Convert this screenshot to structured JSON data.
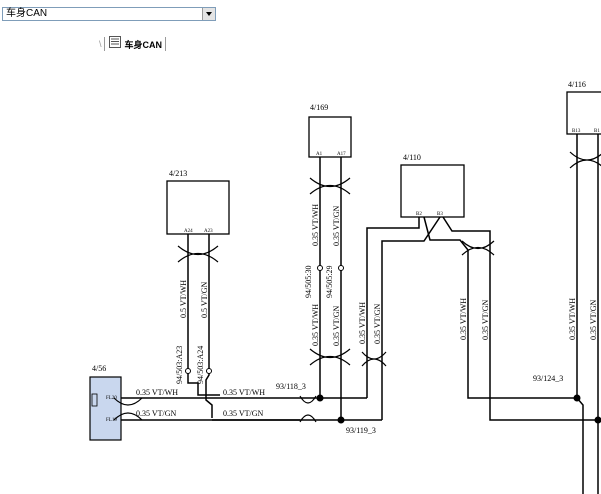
{
  "selector": {
    "value": "车身CAN"
  },
  "tab": {
    "label": "车身CAN"
  },
  "components": {
    "c4_169": {
      "id": "4/169",
      "pins": [
        "A1",
        "A17"
      ]
    },
    "c4_213": {
      "id": "4/213",
      "pins": [
        "A24",
        "A23"
      ]
    },
    "c4_110": {
      "id": "4/110",
      "pins": [
        "B2",
        "B3"
      ]
    },
    "c4_116": {
      "id": "4/116",
      "pins": [
        "B13",
        "B1"
      ]
    },
    "c4_56": {
      "id": "4/56",
      "pins": [
        "FL20",
        "FL19"
      ]
    }
  },
  "wires": {
    "w213_wh": "0.5 VT/WH",
    "w213_gn": "0.5 VT/GN",
    "w169_wh": "0.35 VT/WH",
    "w169_gn": "0.35 VT/GN",
    "w169_wh_lo": "0.35 VT/WH",
    "w169_gn_lo": "0.35 VT/GN",
    "w110_wh": "0.35 VT/WH",
    "w110_gn": "0.35 VT/GN",
    "wr_wh": "0.35 VT/WH",
    "wr_gn": "0.35 VT/GN",
    "w116_wh": "0.35 VT/WH",
    "w116_gn": "0.35 VT/GN",
    "h56_wh": "0.35 VT/WH",
    "h56_gn": "0.35 VT/GN",
    "hmid_wh": "0.35 VT/WH",
    "hmid_gn": "0.35 VT/GN"
  },
  "splices": {
    "s94_505_30": "94/505:30",
    "s94_505_29": "94/505:29",
    "s94_503_a23": "94/503:A23",
    "s94_503_a24": "94/503:A24",
    "s93_118_3": "93/118_3",
    "s93_119_3": "93/119_3",
    "s93_124_3": "93/124_3"
  },
  "colors": {
    "connector_fill": "#c9d7ee",
    "select_border": "#7f9db9"
  },
  "icons": {
    "tab": "document-list-icon",
    "dropdown": "dropdown-arrow-icon"
  }
}
